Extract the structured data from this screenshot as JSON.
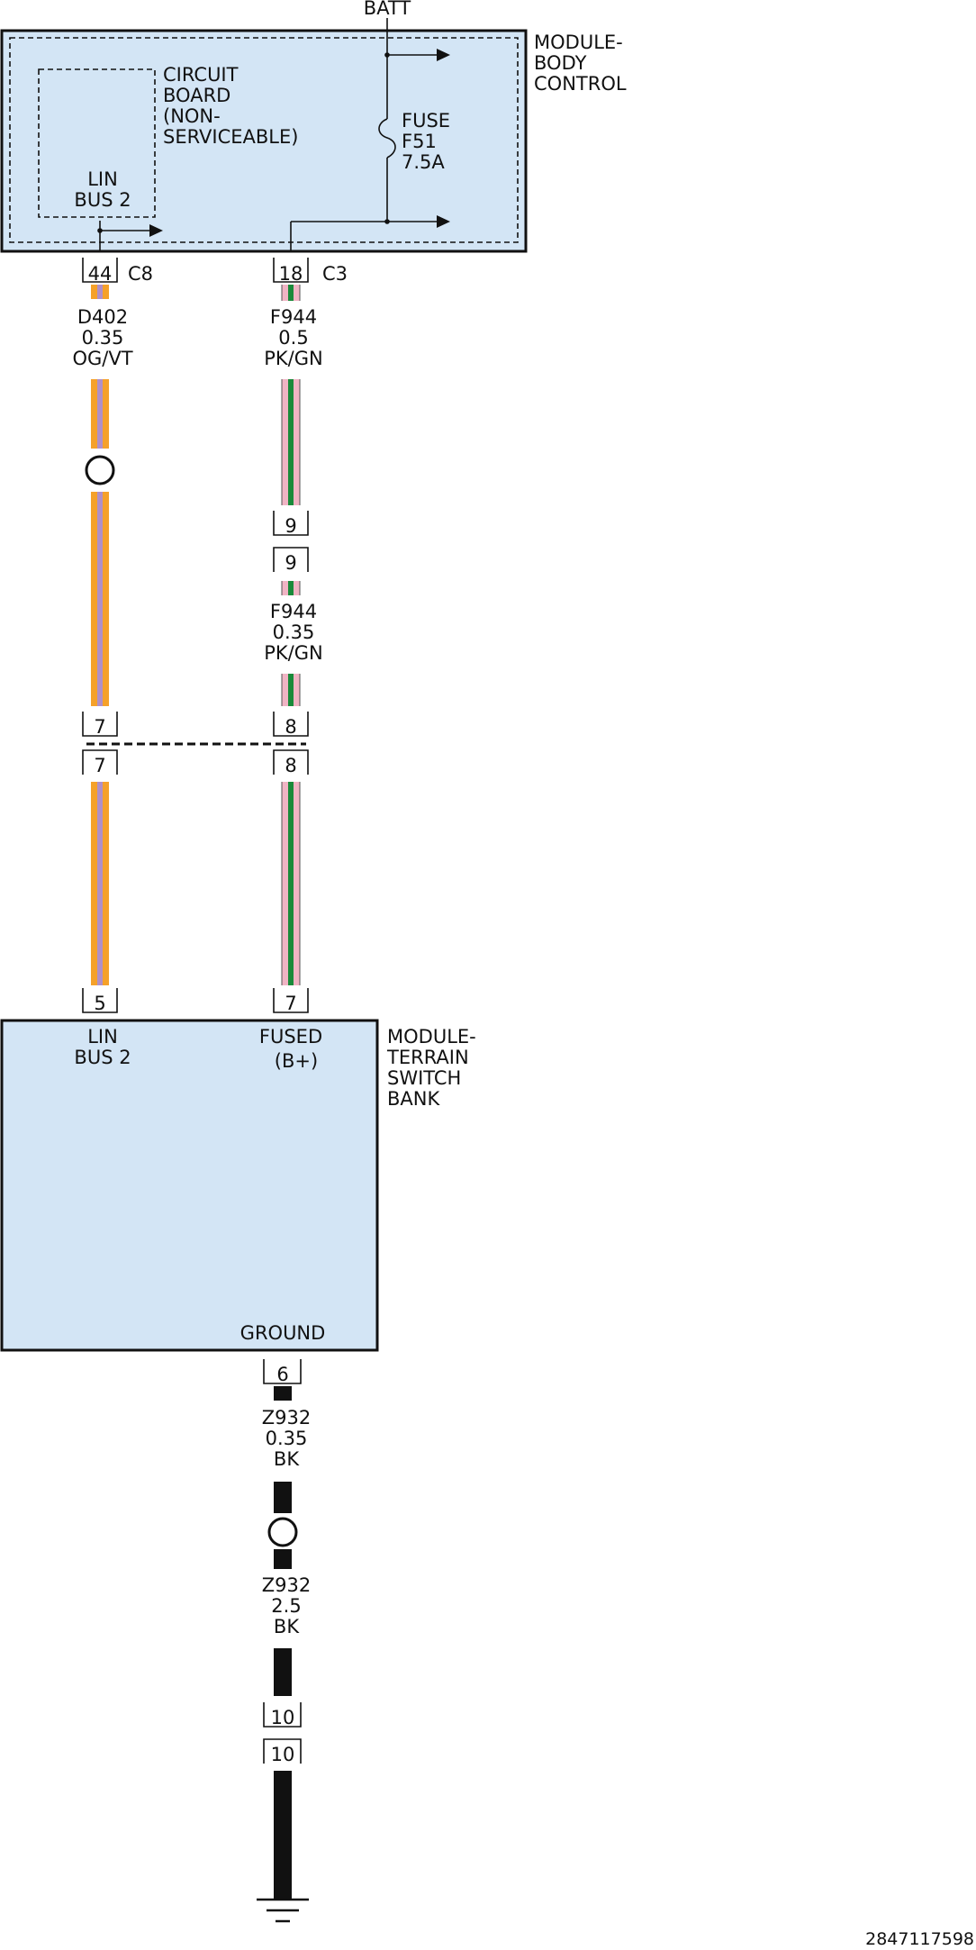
{
  "colors": {
    "module_fill": "#d3e5f5",
    "line": "#111111",
    "orange": "#f5a12a",
    "violet": "#b090c8",
    "pink": "#f0b4c4",
    "green": "#1a8a3a",
    "black": "#111111"
  },
  "top": {
    "batt_label": "BATT"
  },
  "body_control_module": {
    "name_lines": [
      "MODULE-",
      "BODY",
      "CONTROL"
    ],
    "circuit_board_lines": [
      "CIRCUIT",
      "BOARD",
      "(NON-",
      "SERVICEABLE)"
    ],
    "lin_lines": [
      "LIN",
      "BUS 2"
    ],
    "fuse_lines": [
      "FUSE",
      "F51",
      "7.5A"
    ],
    "connector_lin_pin": "44",
    "connector_lin_name": "C8",
    "connector_fused_pin": "18",
    "connector_fused_name": "C3"
  },
  "wires": {
    "d402": [
      "D402",
      "0.35",
      "OG/VT"
    ],
    "f944_upper": [
      "F944",
      "0.5",
      "PK/GN"
    ],
    "f944_lower": [
      "F944",
      "0.35",
      "PK/GN"
    ],
    "z932_upper": [
      "Z932",
      "0.35",
      "BK"
    ],
    "z932_lower": [
      "Z932",
      "2.5",
      "BK"
    ]
  },
  "inline_connectors": {
    "f944_pair": [
      "9",
      "9"
    ],
    "mid_left_pair": [
      "7",
      "7"
    ],
    "mid_right_pair": [
      "8",
      "8"
    ],
    "ground_pair": [
      "10",
      "10"
    ]
  },
  "terrain_switch_module": {
    "name_lines": [
      "MODULE-",
      "TERRAIN",
      "SWITCH",
      "BANK"
    ],
    "lin_pin": "5",
    "lin_lines": [
      "LIN",
      "BUS 2"
    ],
    "fused_pin": "7",
    "fused_lines": [
      "FUSED",
      "(B+)"
    ],
    "ground_label": "GROUND",
    "ground_pin": "6"
  },
  "footer": {
    "reference_number": "2847117598"
  }
}
